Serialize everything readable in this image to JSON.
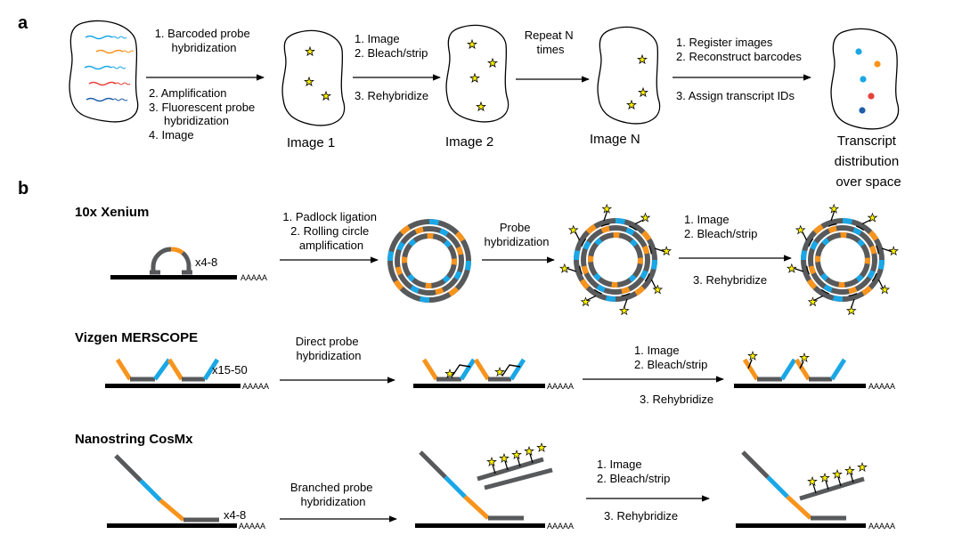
{
  "panels": {
    "a": "a",
    "b": "b"
  },
  "row_a": {
    "step1_lines": [
      "1. Barcoded probe",
      "hybridization"
    ],
    "step2_lines": [
      "2. Amplification",
      "3. Fluorescent probe",
      "hybridization",
      "4. Image"
    ],
    "step3_lines": [
      "1. Image",
      "2. Bleach/strip",
      "3. Rehybridize"
    ],
    "step4_lines": [
      "Repeat N",
      "times"
    ],
    "step5_lines": [
      "1. Register images",
      "2. Reconstruct barcodes",
      "3. Assign transcript IDs"
    ],
    "image1": "Image 1",
    "image2": "Image 2",
    "imageN": "Image N",
    "final_lines": [
      "Transcript",
      "distribution",
      "over space"
    ]
  },
  "xenium": {
    "title": "10x Xenium",
    "count": "x4-8",
    "polya": "AAAAA",
    "step1_lines": [
      "1. Padlock ligation",
      "2. Rolling circle",
      "amplification"
    ],
    "step2_lines": [
      "Probe",
      "hybridization"
    ],
    "step3_lines": [
      "1. Image",
      "2. Bleach/strip",
      "3. Rehybridize"
    ]
  },
  "merscope": {
    "title": "Vizgen MERSCOPE",
    "count": "x15-50",
    "polya": "AAAAA",
    "step1_lines": [
      "Direct probe",
      "hybridization"
    ],
    "step2_lines": [
      "1. Image",
      "2. Bleach/strip",
      "3. Rehybridize"
    ]
  },
  "cosmx": {
    "title": "Nanostring CosMx",
    "count": "x4-8",
    "polya": "AAAAA",
    "step1_lines": [
      "Branched probe",
      "hybridization"
    ],
    "step2_lines": [
      "1. Image",
      "2. Bleach/strip",
      "3. Rehybridize"
    ]
  },
  "colors": {
    "blue": "#1aa7e6",
    "orange": "#f7941d",
    "gray": "#58595b",
    "red": "#e8403a",
    "darkblue": "#1f5fa8",
    "star": "#fff200"
  }
}
